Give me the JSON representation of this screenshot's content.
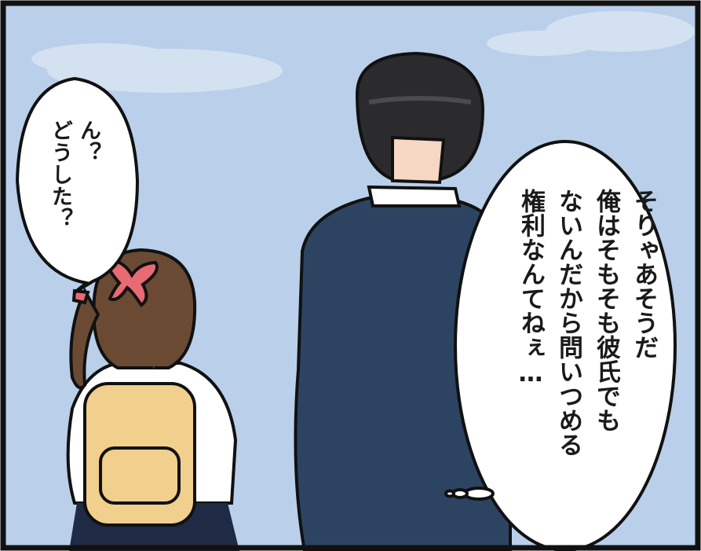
{
  "panel": {
    "colors": {
      "border": "#111111",
      "sky": "#b9cfea",
      "cloud": "#d4e1f1",
      "man_hair": "#2b2b2e",
      "man_jacket": "#2c4462",
      "man_shirt": "#ffffff",
      "girl_hair": "#6b4a33",
      "girl_ribbon": "#e86a72",
      "girl_shirt": "#ffffff",
      "girl_skin": "#f6d7c4",
      "backpack": "#f1cf8c",
      "girl_skirt": "#1f2a44",
      "bubble_fill": "#ffffff",
      "bubble_stroke": "#111111"
    }
  },
  "bubbles": {
    "left": {
      "lines": [
        "ん？",
        "どうした？"
      ]
    },
    "right": {
      "lines": [
        "そりゃあそうだ",
        "俺はそもそも彼氏でも",
        "ないんだから問いつめる",
        "権利なんてねぇ…"
      ]
    }
  }
}
